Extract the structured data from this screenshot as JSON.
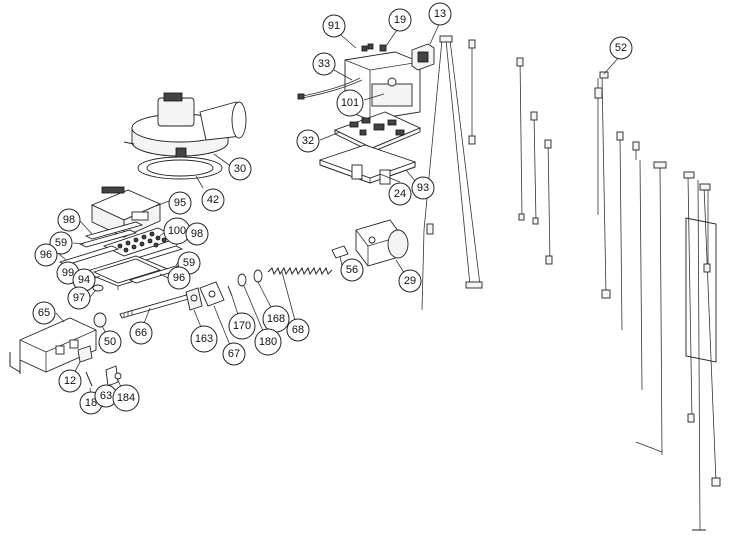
{
  "diagram": {
    "callouts": [
      {
        "id": "c91",
        "label": "91"
      },
      {
        "id": "c19",
        "label": "19"
      },
      {
        "id": "c13",
        "label": "13"
      },
      {
        "id": "c52",
        "label": "52"
      },
      {
        "id": "c33",
        "label": "33"
      },
      {
        "id": "c101",
        "label": "101"
      },
      {
        "id": "c32",
        "label": "32"
      },
      {
        "id": "c24",
        "label": "24"
      },
      {
        "id": "c93",
        "label": "93"
      },
      {
        "id": "c30",
        "label": "30"
      },
      {
        "id": "c42",
        "label": "42"
      },
      {
        "id": "c95",
        "label": "95"
      },
      {
        "id": "c98a",
        "label": "98"
      },
      {
        "id": "c100",
        "label": "100"
      },
      {
        "id": "c98b",
        "label": "98"
      },
      {
        "id": "c59a",
        "label": "59"
      },
      {
        "id": "c96a",
        "label": "96"
      },
      {
        "id": "c59b",
        "label": "59"
      },
      {
        "id": "c99",
        "label": "99"
      },
      {
        "id": "c94",
        "label": "94"
      },
      {
        "id": "c96b",
        "label": "96"
      },
      {
        "id": "c97",
        "label": "97"
      },
      {
        "id": "c56",
        "label": "56"
      },
      {
        "id": "c29",
        "label": "29"
      },
      {
        "id": "c65",
        "label": "65"
      },
      {
        "id": "c66",
        "label": "66"
      },
      {
        "id": "c163",
        "label": "163"
      },
      {
        "id": "c170",
        "label": "170"
      },
      {
        "id": "c168",
        "label": "168"
      },
      {
        "id": "c68",
        "label": "68"
      },
      {
        "id": "c50",
        "label": "50"
      },
      {
        "id": "c67",
        "label": "67"
      },
      {
        "id": "c180",
        "label": "180"
      },
      {
        "id": "c12",
        "label": "12"
      },
      {
        "id": "c18",
        "label": "18"
      },
      {
        "id": "c63",
        "label": "63"
      },
      {
        "id": "c184",
        "label": "184"
      }
    ]
  }
}
